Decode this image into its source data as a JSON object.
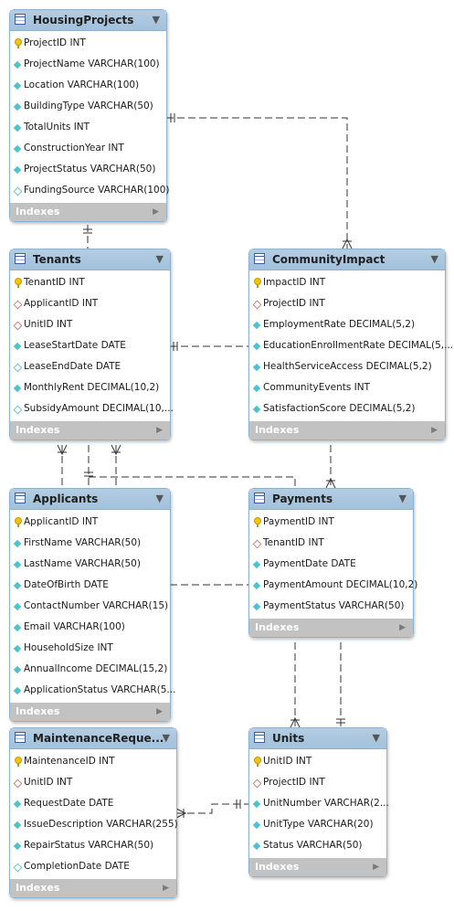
{
  "tables": {
    "housing": {
      "title": "HousingProjects",
      "indexes_label": "Indexes",
      "columns": [
        {
          "text": "ProjectID INT",
          "kind": "pk"
        },
        {
          "text": "ProjectName VARCHAR(100)",
          "kind": "attr"
        },
        {
          "text": "Location VARCHAR(100)",
          "kind": "attr"
        },
        {
          "text": "BuildingType VARCHAR(50)",
          "kind": "attr"
        },
        {
          "text": "TotalUnits INT",
          "kind": "attr"
        },
        {
          "text": "ConstructionYear INT",
          "kind": "attr"
        },
        {
          "text": "ProjectStatus VARCHAR(50)",
          "kind": "attr"
        },
        {
          "text": "FundingSource VARCHAR(100)",
          "kind": "nn"
        }
      ]
    },
    "tenants": {
      "title": "Tenants",
      "indexes_label": "Indexes",
      "columns": [
        {
          "text": "TenantID INT",
          "kind": "pk"
        },
        {
          "text": "ApplicantID INT",
          "kind": "fk"
        },
        {
          "text": "UnitID INT",
          "kind": "fk"
        },
        {
          "text": "LeaseStartDate DATE",
          "kind": "attr"
        },
        {
          "text": "LeaseEndDate DATE",
          "kind": "nn"
        },
        {
          "text": "MonthlyRent DECIMAL(10,2)",
          "kind": "attr"
        },
        {
          "text": "SubsidyAmount DECIMAL(10,...",
          "kind": "nn"
        }
      ]
    },
    "community": {
      "title": "CommunityImpact",
      "indexes_label": "Indexes",
      "columns": [
        {
          "text": "ImpactID INT",
          "kind": "pk"
        },
        {
          "text": "ProjectID INT",
          "kind": "fk"
        },
        {
          "text": "EmploymentRate DECIMAL(5,2)",
          "kind": "attr"
        },
        {
          "text": "EducationEnrollmentRate DECIMAL(5,...",
          "kind": "attr"
        },
        {
          "text": "HealthServiceAccess DECIMAL(5,2)",
          "kind": "attr"
        },
        {
          "text": "CommunityEvents INT",
          "kind": "attr"
        },
        {
          "text": "SatisfactionScore DECIMAL(5,2)",
          "kind": "attr"
        }
      ]
    },
    "applicants": {
      "title": "Applicants",
      "indexes_label": "Indexes",
      "columns": [
        {
          "text": "ApplicantID INT",
          "kind": "pk"
        },
        {
          "text": "FirstName VARCHAR(50)",
          "kind": "attr"
        },
        {
          "text": "LastName VARCHAR(50)",
          "kind": "attr"
        },
        {
          "text": "DateOfBirth DATE",
          "kind": "attr"
        },
        {
          "text": "ContactNumber VARCHAR(15)",
          "kind": "attr"
        },
        {
          "text": "Email VARCHAR(100)",
          "kind": "attr"
        },
        {
          "text": "HouseholdSize INT",
          "kind": "attr"
        },
        {
          "text": "AnnualIncome DECIMAL(15,2)",
          "kind": "attr"
        },
        {
          "text": "ApplicationStatus VARCHAR(5...",
          "kind": "attr"
        }
      ]
    },
    "payments": {
      "title": "Payments",
      "indexes_label": "Indexes",
      "columns": [
        {
          "text": "PaymentID INT",
          "kind": "pk"
        },
        {
          "text": "TenantID INT",
          "kind": "fk"
        },
        {
          "text": "PaymentDate DATE",
          "kind": "attr"
        },
        {
          "text": "PaymentAmount DECIMAL(10,2)",
          "kind": "attr"
        },
        {
          "text": "PaymentStatus VARCHAR(50)",
          "kind": "attr"
        }
      ]
    },
    "maintenance": {
      "title": "MaintenanceReque...",
      "indexes_label": "Indexes",
      "columns": [
        {
          "text": "MaintenanceID INT",
          "kind": "pk"
        },
        {
          "text": "UnitID INT",
          "kind": "fk"
        },
        {
          "text": "RequestDate DATE",
          "kind": "attr"
        },
        {
          "text": "IssueDescription VARCHAR(255)",
          "kind": "attr"
        },
        {
          "text": "RepairStatus VARCHAR(50)",
          "kind": "attr"
        },
        {
          "text": "CompletionDate DATE",
          "kind": "nn"
        }
      ]
    },
    "units": {
      "title": "Units",
      "indexes_label": "Indexes",
      "columns": [
        {
          "text": "UnitID INT",
          "kind": "pk"
        },
        {
          "text": "ProjectID INT",
          "kind": "fk"
        },
        {
          "text": "UnitNumber VARCHAR(2...",
          "kind": "attr"
        },
        {
          "text": "UnitType VARCHAR(20)",
          "kind": "attr"
        },
        {
          "text": "Status VARCHAR(50)",
          "kind": "attr"
        }
      ]
    }
  },
  "colors": {
    "header": "#a2c1db",
    "indexes_bar": "#c2c2c2",
    "primary_key": "#f1c40f",
    "attribute": "#4fc3c9",
    "foreign_key": "#c9867a",
    "connector": "#333333"
  },
  "icons": {
    "table": "table-icon",
    "collapse": "chevron-down-icon",
    "expand": "chevron-right-icon",
    "primary_key": "key-icon",
    "attribute": "diamond-icon"
  }
}
